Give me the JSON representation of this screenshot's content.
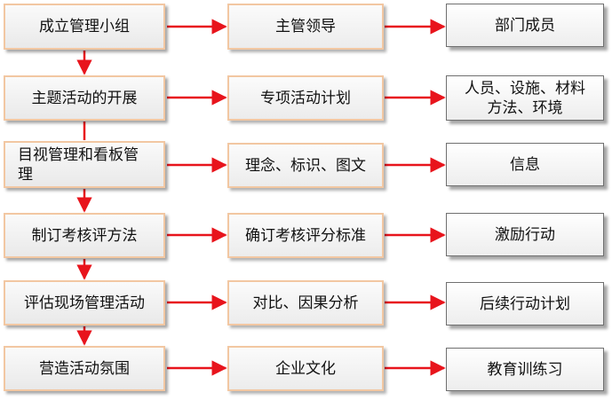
{
  "rows": [
    {
      "left": "成立管理小组",
      "middle": "主管领导",
      "right": "部门成员"
    },
    {
      "left": "主题活动的开展",
      "middle": "专项活动计划",
      "right": "人员、设施、材料方法、环境"
    },
    {
      "left": "目视管理和看板管理",
      "middle": "理念、标识、图文",
      "right": "信息"
    },
    {
      "left": "制订考核评方法",
      "middle": "确订考核评分标准",
      "right": "激励行动"
    },
    {
      "left": "评估现场管理活动",
      "middle": "对比、因果分析",
      "right": "后续行动计划"
    },
    {
      "left": "营造活动氛围",
      "middle": "企业文化",
      "right": "教育训练习"
    }
  ],
  "colors": {
    "arrow": "#e8141c",
    "box_border": "#f2c7a2",
    "box_border_right": "#6f6f6f"
  }
}
